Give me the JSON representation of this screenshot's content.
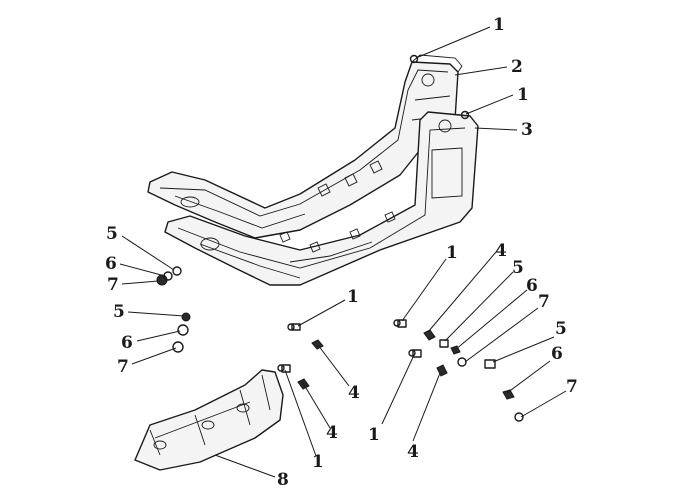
{
  "callouts": [
    {
      "id": "c1a",
      "label": "1"
    },
    {
      "id": "c2",
      "label": "2"
    },
    {
      "id": "c1b",
      "label": "1"
    },
    {
      "id": "c3",
      "label": "3"
    },
    {
      "id": "c5a",
      "label": "5"
    },
    {
      "id": "c6a",
      "label": "6"
    },
    {
      "id": "c7a",
      "label": "7"
    },
    {
      "id": "c5b",
      "label": "5"
    },
    {
      "id": "c6b",
      "label": "6"
    },
    {
      "id": "c7b",
      "label": "7"
    },
    {
      "id": "c1c",
      "label": "1"
    },
    {
      "id": "c4a",
      "label": "4"
    },
    {
      "id": "c4b",
      "label": "4"
    },
    {
      "id": "c1d",
      "label": "1"
    },
    {
      "id": "c8",
      "label": "8"
    },
    {
      "id": "c1e",
      "label": "1"
    },
    {
      "id": "c4c",
      "label": "4"
    },
    {
      "id": "c5c",
      "label": "5"
    },
    {
      "id": "c6c",
      "label": "6"
    },
    {
      "id": "c7c",
      "label": "7"
    },
    {
      "id": "c1f",
      "label": "1"
    },
    {
      "id": "c4d",
      "label": "4"
    },
    {
      "id": "c5d",
      "label": "5"
    },
    {
      "id": "c6d",
      "label": "6"
    },
    {
      "id": "c7d",
      "label": "7"
    }
  ]
}
